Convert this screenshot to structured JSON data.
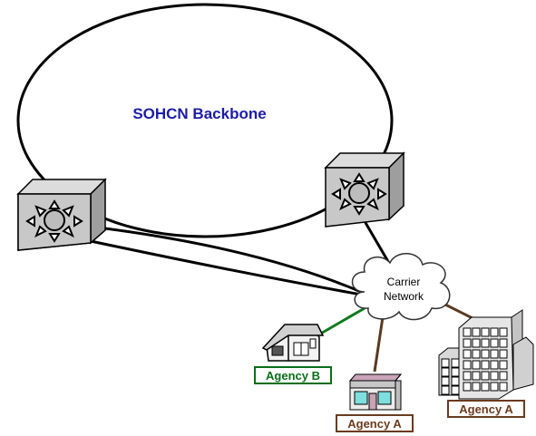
{
  "title": "SOHCN Backbone",
  "carrier_cloud": {
    "line1": "Carrier",
    "line2": "Network"
  },
  "agency_b": {
    "label": "Agency B"
  },
  "agency_a_store": {
    "label": "Agency A"
  },
  "agency_a_office": {
    "label": "Agency A"
  },
  "colors": {
    "title": "#1c1ca8",
    "agency_b": "#0a6e1a",
    "agency_a": "#6b3b1e",
    "link_green": "#0e7a1e",
    "link_brown": "#5a3a20",
    "link_black": "#000000",
    "router_face": "#c8c8c8",
    "router_side": "#9e9e9e",
    "cloud_fill": "#ffffff",
    "cloud_stroke": "#333333"
  },
  "icons": {
    "router": "router-icon",
    "house": "house-icon",
    "storefront": "storefront-icon",
    "office": "office-building-icon",
    "cloud": "cloud-icon"
  }
}
